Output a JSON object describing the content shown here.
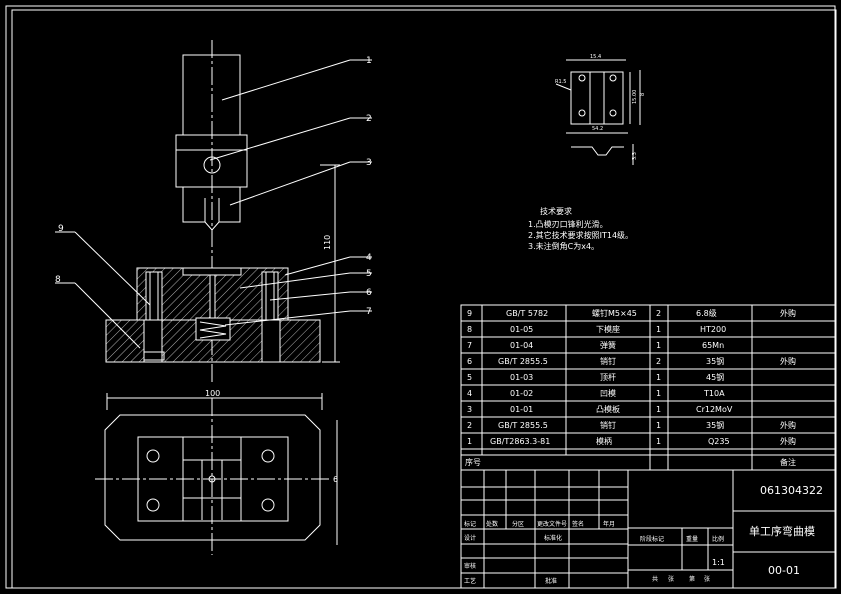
{
  "balloons": [
    "1",
    "2",
    "3",
    "4",
    "5",
    "6",
    "7",
    "8",
    "9"
  ],
  "dims": {
    "height_total": "110",
    "plan_width": "100",
    "plan_height": "6"
  },
  "tech_req": {
    "title": "技术要求",
    "lines": [
      "1.凸模刃口锋利光滑。",
      "2.其它技术要求按照IT14级。",
      "3.未注倒角C为x4。"
    ]
  },
  "part_dims": [
    "15.4",
    "R1.5",
    "15.00",
    "8",
    "54.2",
    "3.3"
  ],
  "bom": {
    "rows": [
      {
        "no": "9",
        "code": "GB/T 5782",
        "name": "螺钉M5×45",
        "qty": "2",
        "mat": "6.8级",
        "note": "外购"
      },
      {
        "no": "8",
        "code": "01-05",
        "name": "下模座",
        "qty": "1",
        "mat": "HT200",
        "note": ""
      },
      {
        "no": "7",
        "code": "01-04",
        "name": "弹簧",
        "qty": "1",
        "mat": "65Mn",
        "note": ""
      },
      {
        "no": "6",
        "code": "GB/T 2855.5",
        "name": "销钉",
        "qty": "2",
        "mat": "35钢",
        "note": "外购"
      },
      {
        "no": "5",
        "code": "01-03",
        "name": "顶杆",
        "qty": "1",
        "mat": "45钢",
        "note": ""
      },
      {
        "no": "4",
        "code": "01-02",
        "name": "凹模",
        "qty": "1",
        "mat": "T10A",
        "note": ""
      },
      {
        "no": "3",
        "code": "01-01",
        "name": "凸模板",
        "qty": "1",
        "mat": "Cr12MoV",
        "note": ""
      },
      {
        "no": "2",
        "code": "GB/T 2855.5",
        "name": "销钉",
        "qty": "1",
        "mat": "35钢",
        "note": "外购"
      },
      {
        "no": "1",
        "code": "GB/T2863.3-81",
        "name": "模柄",
        "qty": "1",
        "mat": "Q235",
        "note": "外购"
      }
    ],
    "footer_left": "序号",
    "footer_right": "备注"
  },
  "title_block": {
    "drawing_no": "061304322",
    "title": "单工序弯曲模",
    "part_no": "00-01",
    "scale": "1:1",
    "label_mark": "标记",
    "label_count": "处数",
    "label_zone": "分区",
    "label_docno": "更改文件号",
    "label_sign": "签名",
    "label_date": "年月",
    "label_design": "设计",
    "label_std": "标准化",
    "label_stage": "阶段标记",
    "label_weight": "重量",
    "label_scale": "比例",
    "label_review": "审核",
    "label_process": "工艺",
    "label_approve": "批准",
    "label_total": "共",
    "label_sheet": "张",
    "label_no": "第",
    "label_sheet2": "张"
  }
}
